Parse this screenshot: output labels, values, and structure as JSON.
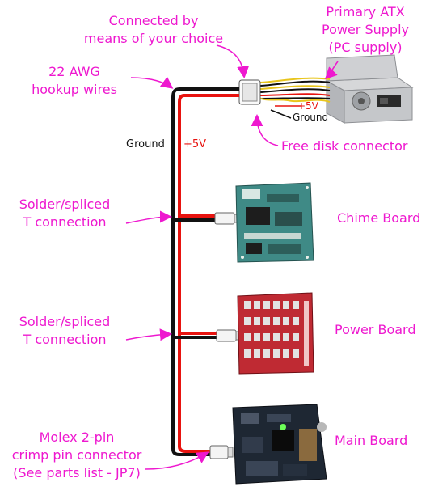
{
  "labels": {
    "connected": [
      "Connected by",
      "means of your choice"
    ],
    "psu": [
      "Primary ATX",
      "Power Supply",
      "(PC supply)"
    ],
    "awg": [
      "22 AWG",
      "hookup wires"
    ],
    "ground_top": "Ground",
    "plus5_top": "+5V",
    "ground_left": "Ground",
    "plus5_left": "+5V",
    "free_disk": "Free disk connector",
    "solder1": [
      "Solder/spliced",
      "T connection"
    ],
    "solder2": [
      "Solder/spliced",
      "T connection"
    ],
    "molex": [
      "Molex 2-pin",
      "crimp pin connector",
      "(See parts list - JP7)"
    ],
    "chime": "Chime Board",
    "power": "Power Board",
    "main": "Main Board"
  },
  "colors": {
    "annotation": "#ee18cf",
    "wire_red": "#e8130f",
    "wire_black": "#111111",
    "chime_pcb": "#3f8a86",
    "power_pcb": "#bf2a33",
    "main_pcb": "#1e2733"
  }
}
